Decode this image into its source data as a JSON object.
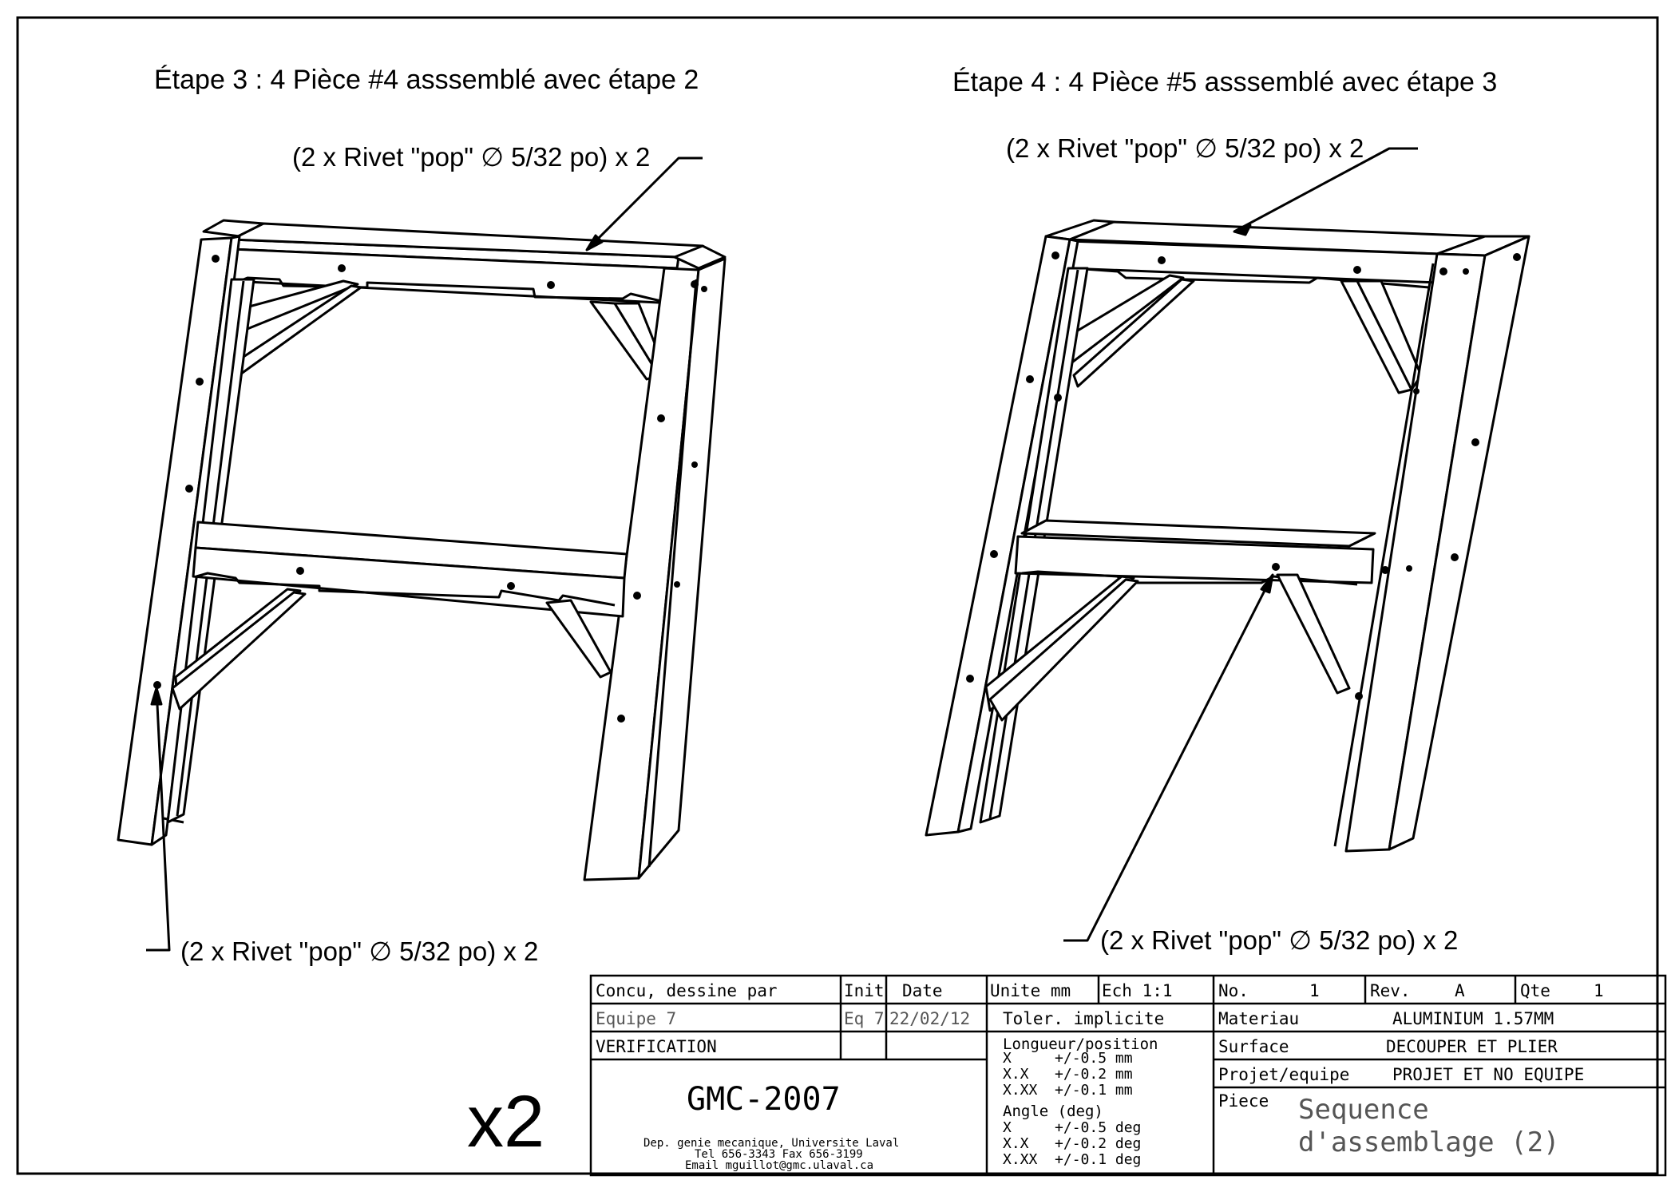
{
  "drawing": {
    "step3": {
      "title": "Étape 3 : 4 Pièce #4 asssemblé avec étape 2",
      "callout_top": "(2 x Rivet \"pop\" ∅ 5/32 po) x 2",
      "callout_bottom": "(2 x Rivet \"pop\" ∅ 5/32 po) x 2"
    },
    "step4": {
      "title": "Étape 4 : 4 Pièce #5 asssemblé avec étape 3",
      "callout_top": "(2 x Rivet \"pop\" ∅ 5/32 po) x 2",
      "callout_bottom": "(2 x Rivet \"pop\" ∅ 5/32 po) x 2"
    },
    "multiplier": "x2"
  },
  "title_block": {
    "designed_by_label": "Concu, dessine par",
    "init_label": "Init",
    "date_label": "Date",
    "team": "Equipe 7",
    "init_value": "Eq 7",
    "date_value": "22/02/12",
    "verification_label": "VERIFICATION",
    "drawing_number": "GMC-2007",
    "dept_line1": "Dep. genie mecanique, Universite Laval",
    "dept_line2": "Tel 656-3343  Fax 656-3199",
    "dept_line3": "Email mguillot@gmc.ulaval.ca",
    "unit": "Unite mm",
    "scale": "Ech  1:1",
    "tolerance": "Toler. implicite",
    "length_header": "Longueur/position",
    "length_tol": [
      "X     +/-0.5 mm",
      "X.X   +/-0.2 mm",
      "X.XX  +/-0.1 mm"
    ],
    "angle_header": "Angle (deg)",
    "angle_tol": [
      "X     +/-0.5 deg",
      "X.X   +/-0.2 deg",
      "X.XX  +/-0.1 deg"
    ],
    "no_label": "No.",
    "no_value": "1",
    "rev_label": "Rev.",
    "rev_value": "A",
    "qty_label": "Qte",
    "qty_value": "1",
    "material_label": "Materiau",
    "material_value": "ALUMINIUM 1.57MM",
    "surface_label": "Surface",
    "surface_value": "DECOUPER ET PLIER",
    "project_label": "Projet/equipe",
    "project_value": "PROJET ET NO EQUIPE",
    "piece_label": "Piece",
    "piece_line1": "Sequence",
    "piece_line2": "d'assemblage (2)"
  }
}
